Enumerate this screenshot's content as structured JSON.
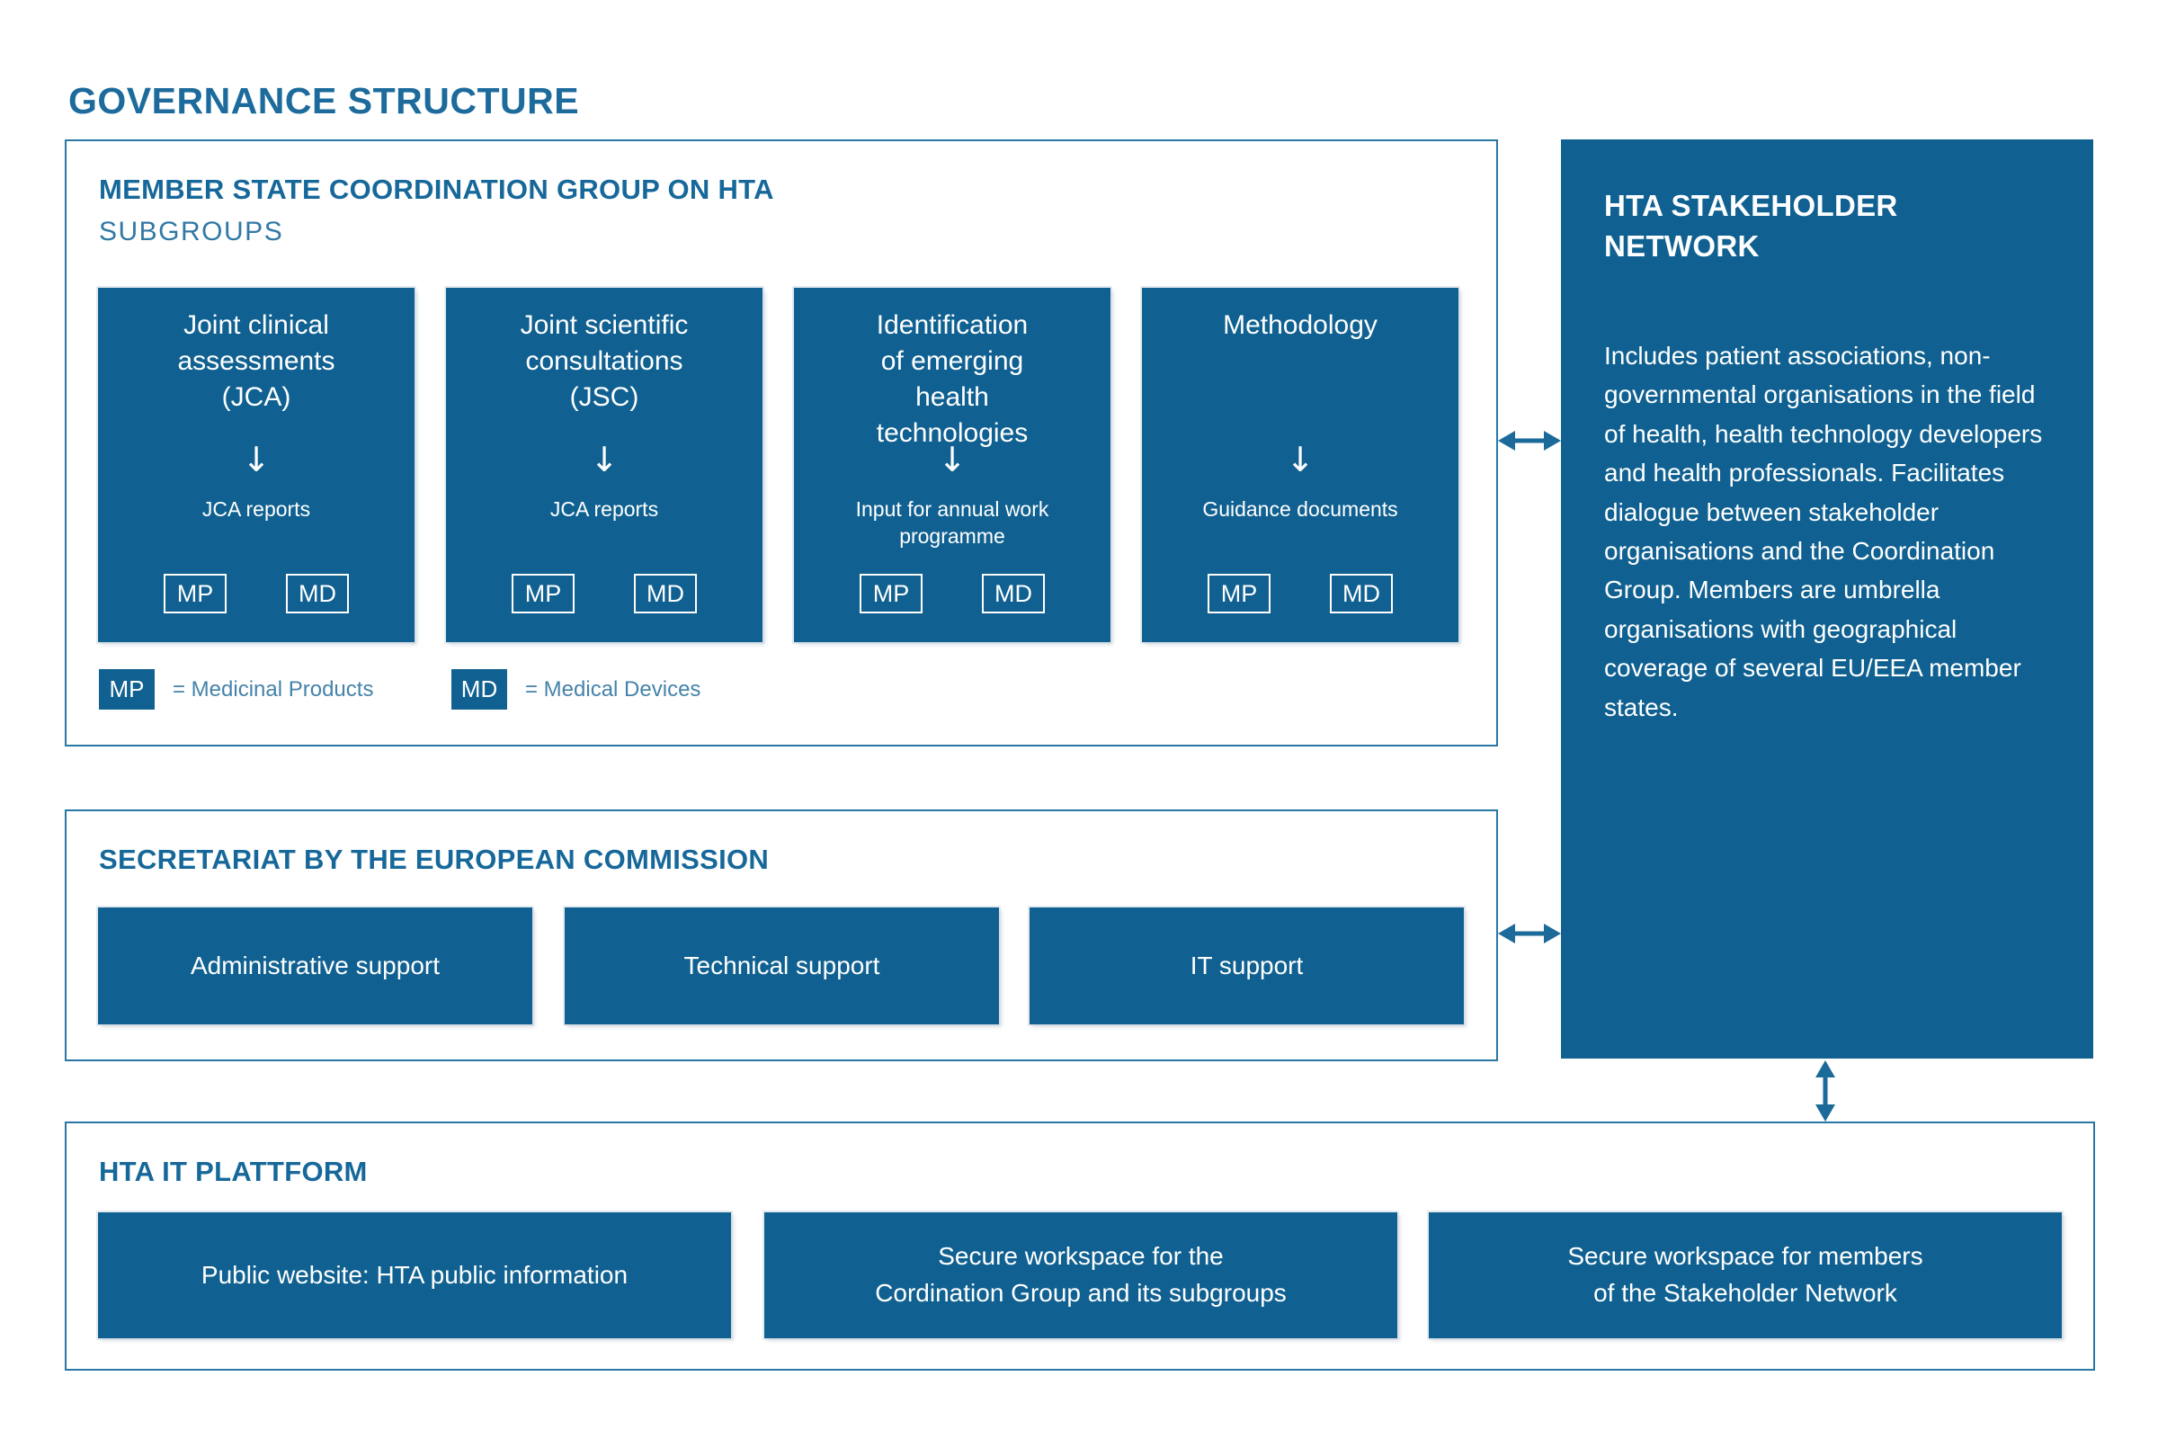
{
  "page": {
    "title": "GOVERNANCE STRUCTURE"
  },
  "colors": {
    "primary_fill": "#106191",
    "heading_text": "#17689a",
    "box_border": "#2a76a4",
    "legend_label_text": "#4583aa",
    "arrow": "#1b6a99",
    "white_text": "#ffffff"
  },
  "icons": {
    "arrow_down": "↓"
  },
  "coordination_group": {
    "title": "MEMBER STATE COORDINATION GROUP ON HTA",
    "subtitle": "SUBGROUPS",
    "subgroups": [
      {
        "title": "Joint clinical\nassessments\n(JCA)",
        "output": "JCA reports",
        "tags": [
          "MP",
          "MD"
        ]
      },
      {
        "title": "Joint scientific\nconsultations\n(JSC)",
        "output": "JCA reports",
        "tags": [
          "MP",
          "MD"
        ]
      },
      {
        "title": "Identification\nof emerging\nhealth\ntechnologies",
        "output": "Input for annual work\nprogramme",
        "tags": [
          "MP",
          "MD"
        ]
      },
      {
        "title": "Methodology",
        "output": "Guidance documents",
        "tags": [
          "MP",
          "MD"
        ]
      }
    ],
    "legend": [
      {
        "tag": "MP",
        "label": "= Medicinal Products"
      },
      {
        "tag": "MD",
        "label": "= Medical Devices"
      }
    ]
  },
  "stakeholder_network": {
    "title": "HTA STAKEHOLDER\nNETWORK",
    "description": "Includes patient associations, non-governmental organisations in the field of health, health technology developers and health professionals. Facilitates dialogue between stakeholder organisations and the Coordination Group. Members are umbrella organisations with geographical coverage of several EU/EEA member states."
  },
  "secretariat": {
    "title": "SECRETARIAT BY THE EUROPEAN COMMISSION",
    "items": [
      "Administrative support",
      "Technical support",
      "IT support"
    ]
  },
  "it_platform": {
    "title": "HTA IT PLATTFORM",
    "items": [
      "Public website: HTA public information",
      "Secure workspace for the\nCordination Group and its subgroups",
      "Secure workspace for members\nof the Stakeholder Network"
    ]
  }
}
